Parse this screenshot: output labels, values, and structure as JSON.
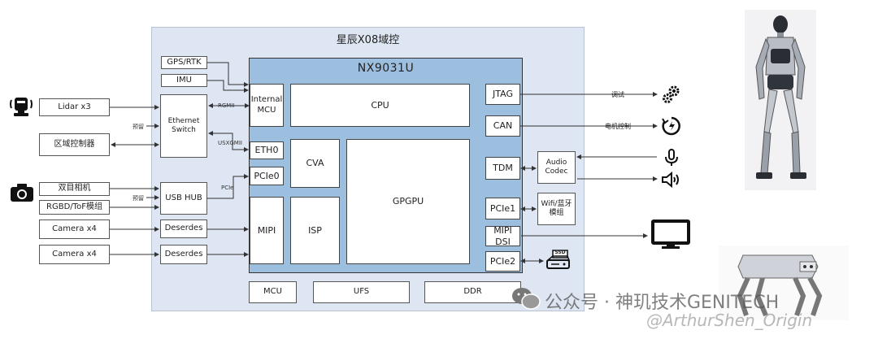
{
  "domain_title": "星辰X08域控",
  "soc": {
    "title": "NX9031U",
    "internal_mcu": "Internal\nMCU",
    "cpu": "CPU",
    "eth0": "ETH0",
    "pcie0": "PCIe0",
    "cva": "CVA",
    "gpgpu": "GPGPU",
    "mipi": "MIPI",
    "isp": "ISP",
    "jtag": "JTAG",
    "can": "CAN",
    "tdm": "TDM",
    "pcie1": "PCIe1",
    "mipi_dsi": "MIPI DSI",
    "pcie2": "PCIe2"
  },
  "inside_blocks": {
    "gps": "GPS/RTK",
    "imu": "IMU",
    "ethernet_switch": "Ethernet\nSwitch",
    "usb_hub": "USB HUB",
    "deserdes_1": "Deserdes",
    "deserdes_2": "Deserdes",
    "mcu": "MCU",
    "ufs": "UFS",
    "ddr": "DDR",
    "audio_codec": "Audio\nCodec",
    "wifi": "Wifi/蓝牙\n模组"
  },
  "external_blocks": {
    "lidar": "Lidar x3",
    "zone_controller": "区域控制器",
    "stereo_camera": "双目相机",
    "rgbd_tof": "RGBD/ToF模组",
    "camera_1": "Camera x4",
    "camera_2": "Camera x4"
  },
  "link_labels": {
    "rgmii": "RGMII",
    "usxgmii": "USXGMII",
    "pcie": "PCIe",
    "reserved_1": "预留",
    "reserved_2": "预留",
    "debug": "调试",
    "motor_control": "电机控制"
  },
  "ssd_label": "SSD",
  "watermark": {
    "account": "公众号 · 神玑技术GENITECH",
    "weibo": "@ArthurShen_Origin"
  },
  "icons": [
    "lidar-icon",
    "camera-icon",
    "gear-icon",
    "motor-icon",
    "microphone-icon",
    "speaker-icon",
    "monitor-icon",
    "ssd-icon",
    "wechat-icon",
    "humanoid-robot-image",
    "quadruped-robot-image"
  ]
}
